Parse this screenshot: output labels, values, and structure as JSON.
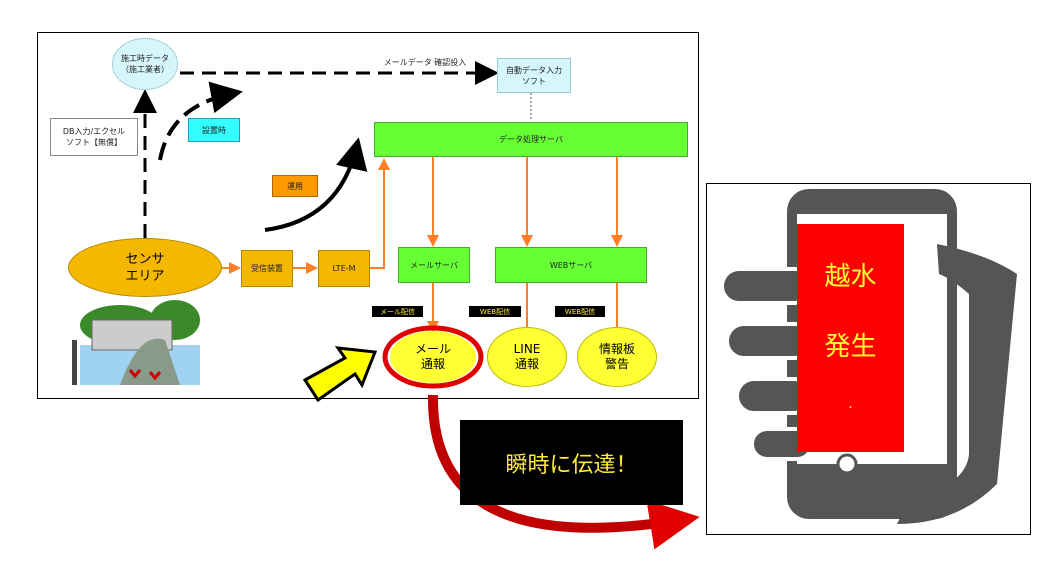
{
  "diagram": {
    "construction_data": "施工時データ\n（施工業者）",
    "mail_data_label": "メールデータ 確認投入",
    "auto_input_software": "自動データ入力\nソフト",
    "db_input": "DB入力/エクセル\nソフト【無償】",
    "setup_label": "設置時",
    "operation_label": "運用",
    "data_server": "データ処理サーバ",
    "sensor_area": "センサ\nエリア",
    "receiver": "受信装置",
    "lte": "LTE-M",
    "mail_server": "メールサーバ",
    "web_server": "WEBサーバ",
    "mail_delivery": "メール配信",
    "web_delivery_1": "WEB配信",
    "web_delivery_2": "WEB配信",
    "mail_notify": "メール\n通報",
    "line_notify": "LINE\n通報",
    "board_warning": "情報板\n警告"
  },
  "callout": "瞬時に伝達！",
  "phone": {
    "message_1": "越水",
    "message_2": "発生",
    "dot": "."
  },
  "colors": {
    "green": "#66ff33",
    "orange": "#ff8c1a",
    "yellow": "#ffff33",
    "red": "#e00000",
    "cyan": "#33ffff"
  }
}
